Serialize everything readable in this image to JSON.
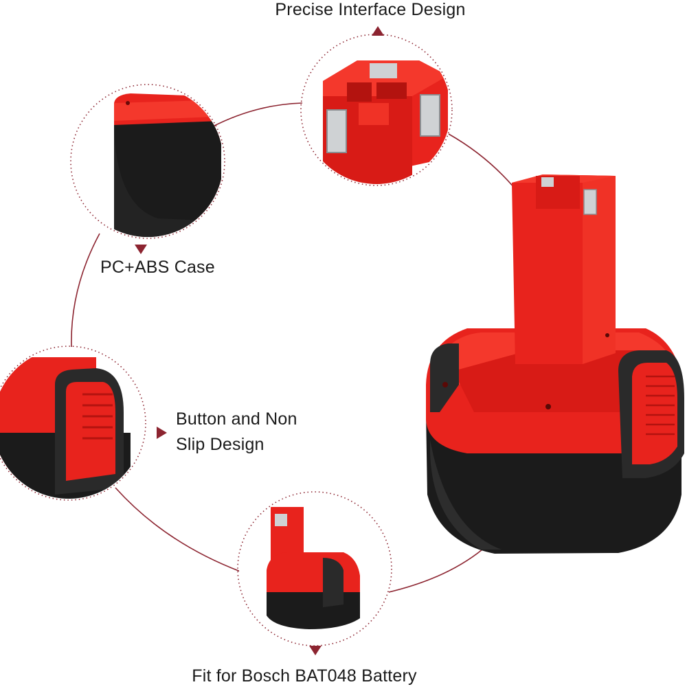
{
  "labels": {
    "interface": "Precise Interface Design",
    "case": "PC+ABS Case",
    "button_line1": "Button and Non",
    "button_line2": "Slip Design",
    "fit": "Fit for Bosch BAT048 Battery"
  },
  "colors": {
    "red": "#e8231d",
    "red_light": "#f4382c",
    "red_dark": "#b3130f",
    "black": "#1b1b1b",
    "grip": "#2a2a2a",
    "metal": "#cfd2d4",
    "arrow": "#8c2430",
    "dotted": "#8c2430",
    "text": "#1a1a1a"
  },
  "icons": {
    "pointer": "triangle-arrow-icon"
  }
}
